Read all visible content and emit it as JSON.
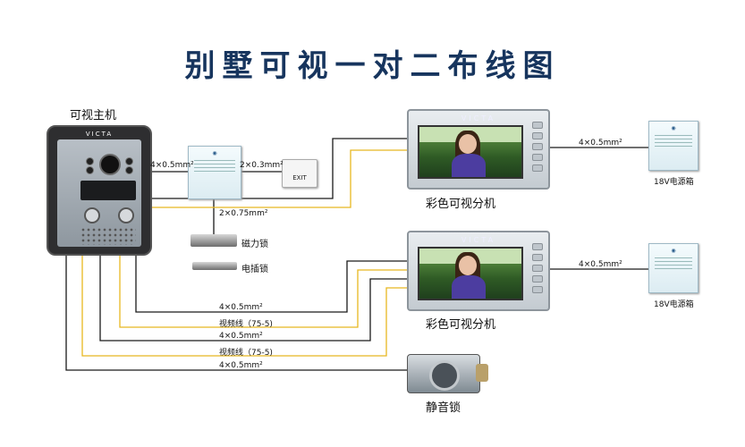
{
  "title": "别墅可视一对二布线图",
  "devices": {
    "main_unit_label": "可视主机",
    "main_unit_brand": "VICTA",
    "monitor_brand": "VICTA",
    "monitor_label_1": "彩色可视分机",
    "monitor_label_2": "彩色可视分机",
    "psu_label_1": "18V电源箱",
    "psu_label_2": "18V电源箱",
    "magnetic_lock_label": "磁力锁",
    "electric_bolt_label": "电插锁",
    "silent_lock_label": "静音锁",
    "exit_button_label": "EXIT"
  },
  "wires": {
    "main_to_psu": "4×0.5mm²",
    "psu_to_exit": "2×0.3mm²",
    "psu_to_locks": "2×0.75mm²",
    "monitor1_to_psu": "4×0.5mm²",
    "monitor2_to_psu": "4×0.5mm²",
    "bottom_wire_1": "4×0.5mm²",
    "bottom_wire_2": "视频线（75-5)",
    "bottom_wire_3": "4×0.5mm²",
    "bottom_wire_4": "视频线（75-5)",
    "bottom_wire_5": "4×0.5mm²"
  },
  "colors": {
    "title": "#17355e",
    "power_wire": "#1a1a1a",
    "video_wire": "#e8b820"
  }
}
